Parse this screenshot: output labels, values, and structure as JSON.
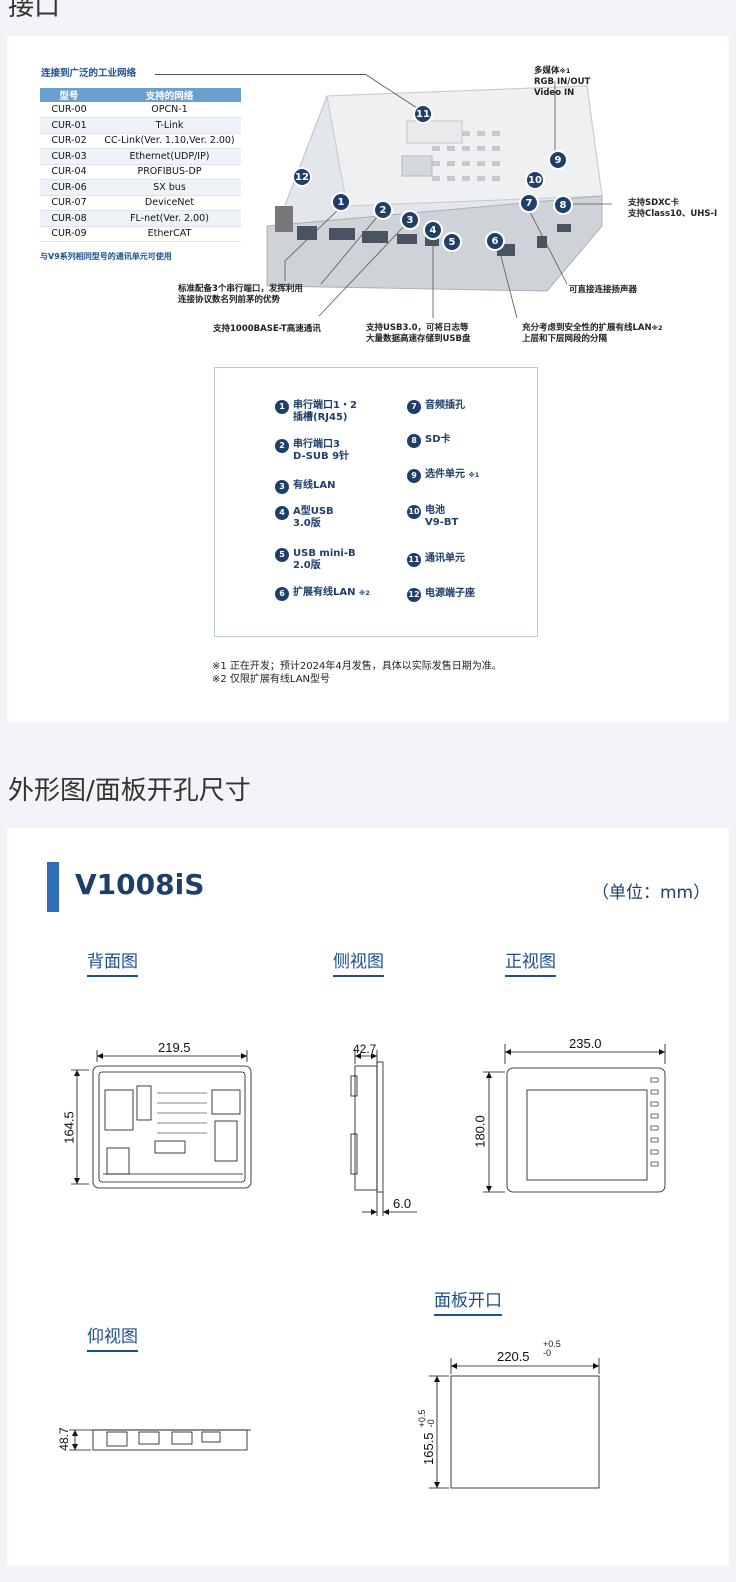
{
  "top_heading": "接口",
  "interfaces": {
    "network_title": "连接到广泛的工业网络",
    "table_headers": [
      "型号",
      "支持的网络"
    ],
    "table_rows": [
      [
        "CUR-00",
        "OPCN-1"
      ],
      [
        "CUR-01",
        "T-Link"
      ],
      [
        "CUR-02",
        "CC-Link(Ver. 1.10,Ver. 2.00)"
      ],
      [
        "CUR-03",
        "Ethernet(UDP/IP)"
      ],
      [
        "CUR-04",
        "PROFIBUS-DP"
      ],
      [
        "CUR-06",
        "SX bus"
      ],
      [
        "CUR-07",
        "DeviceNet"
      ],
      [
        "CUR-08",
        "FL-net(Ver. 2.00)"
      ],
      [
        "CUR-09",
        "EtherCAT"
      ]
    ],
    "table_note": "与V9系列相同型号的通讯单元可使用",
    "callouts": {
      "multimedia_1": "多媒体",
      "multimedia_sup": "※1",
      "multimedia_2": "RGB IN/OUT",
      "multimedia_3": "Video IN",
      "sdxc_1": "支持SDXC卡",
      "sdxc_2": "支持Class10、UHS-I",
      "speaker": "可直接连接扬声器",
      "serial_1": "标准配备3个串行端口，发挥利用",
      "serial_2": "连接协议数名列前茅的优势",
      "gigabit": "支持1000BASE-T高速通讯",
      "usb_1": "支持USB3.0，可将日志等",
      "usb_2": "大量数据高速存储到USB盘",
      "lan_1": "充分考虑到安全性的扩展有线LAN",
      "lan_sup": "※2",
      "lan_2": "上层和下层网段的分隔"
    },
    "markers": [
      "1",
      "2",
      "3",
      "4",
      "5",
      "6",
      "7",
      "8",
      "9",
      "10",
      "11",
      "12"
    ],
    "legend": [
      {
        "n": "1",
        "l1": "串行端口1・2",
        "l2": "插槽(RJ45)",
        "sup": ""
      },
      {
        "n": "2",
        "l1": "串行端口3",
        "l2": "D-SUB 9针",
        "sup": ""
      },
      {
        "n": "3",
        "l1": "有线LAN",
        "l2": "",
        "sup": ""
      },
      {
        "n": "4",
        "l1": "A型USB",
        "l2": "3.0版",
        "sup": ""
      },
      {
        "n": "5",
        "l1": "USB mini-B",
        "l2": "2.0版",
        "sup": ""
      },
      {
        "n": "6",
        "l1": "扩展有线LAN",
        "l2": "",
        "sup": "※2"
      },
      {
        "n": "7",
        "l1": "音频插孔",
        "l2": "",
        "sup": ""
      },
      {
        "n": "8",
        "l1": "SD卡",
        "l2": "",
        "sup": ""
      },
      {
        "n": "9",
        "l1": "选件单元",
        "l2": "",
        "sup": "※1"
      },
      {
        "n": "10",
        "l1": "电池",
        "l2": "V9-BT",
        "sup": ""
      },
      {
        "n": "11",
        "l1": "通讯单元",
        "l2": "",
        "sup": ""
      },
      {
        "n": "12",
        "l1": "电源端子座",
        "l2": "",
        "sup": ""
      }
    ],
    "footnote_1": "※1 正在开发；预计2024年4月发售，具体以实际发售日期为准。",
    "footnote_2": "※2 仅限扩展有线LAN型号"
  },
  "dimensions": {
    "heading": "外形图/面板开孔尺寸",
    "model": "V1008iS",
    "unit": "（单位：mm）",
    "views": {
      "rear": "背面图",
      "side": "侧视图",
      "front": "正视图",
      "bottom": "仰视图",
      "cutout": "面板开口"
    },
    "values": {
      "rear_width": "219.5",
      "rear_height": "164.5",
      "side_depth": "42.7",
      "side_bezel": "6.0",
      "front_width": "235.0",
      "front_height": "180.0",
      "bottom_depth": "48.7",
      "cutout_width": "220.5",
      "cutout_width_tol_plus": "+0.5",
      "cutout_width_tol_minus": "-0",
      "cutout_height": "165.5",
      "cutout_height_tol_plus": "+0.5",
      "cutout_height_tol_minus": "-0"
    }
  }
}
